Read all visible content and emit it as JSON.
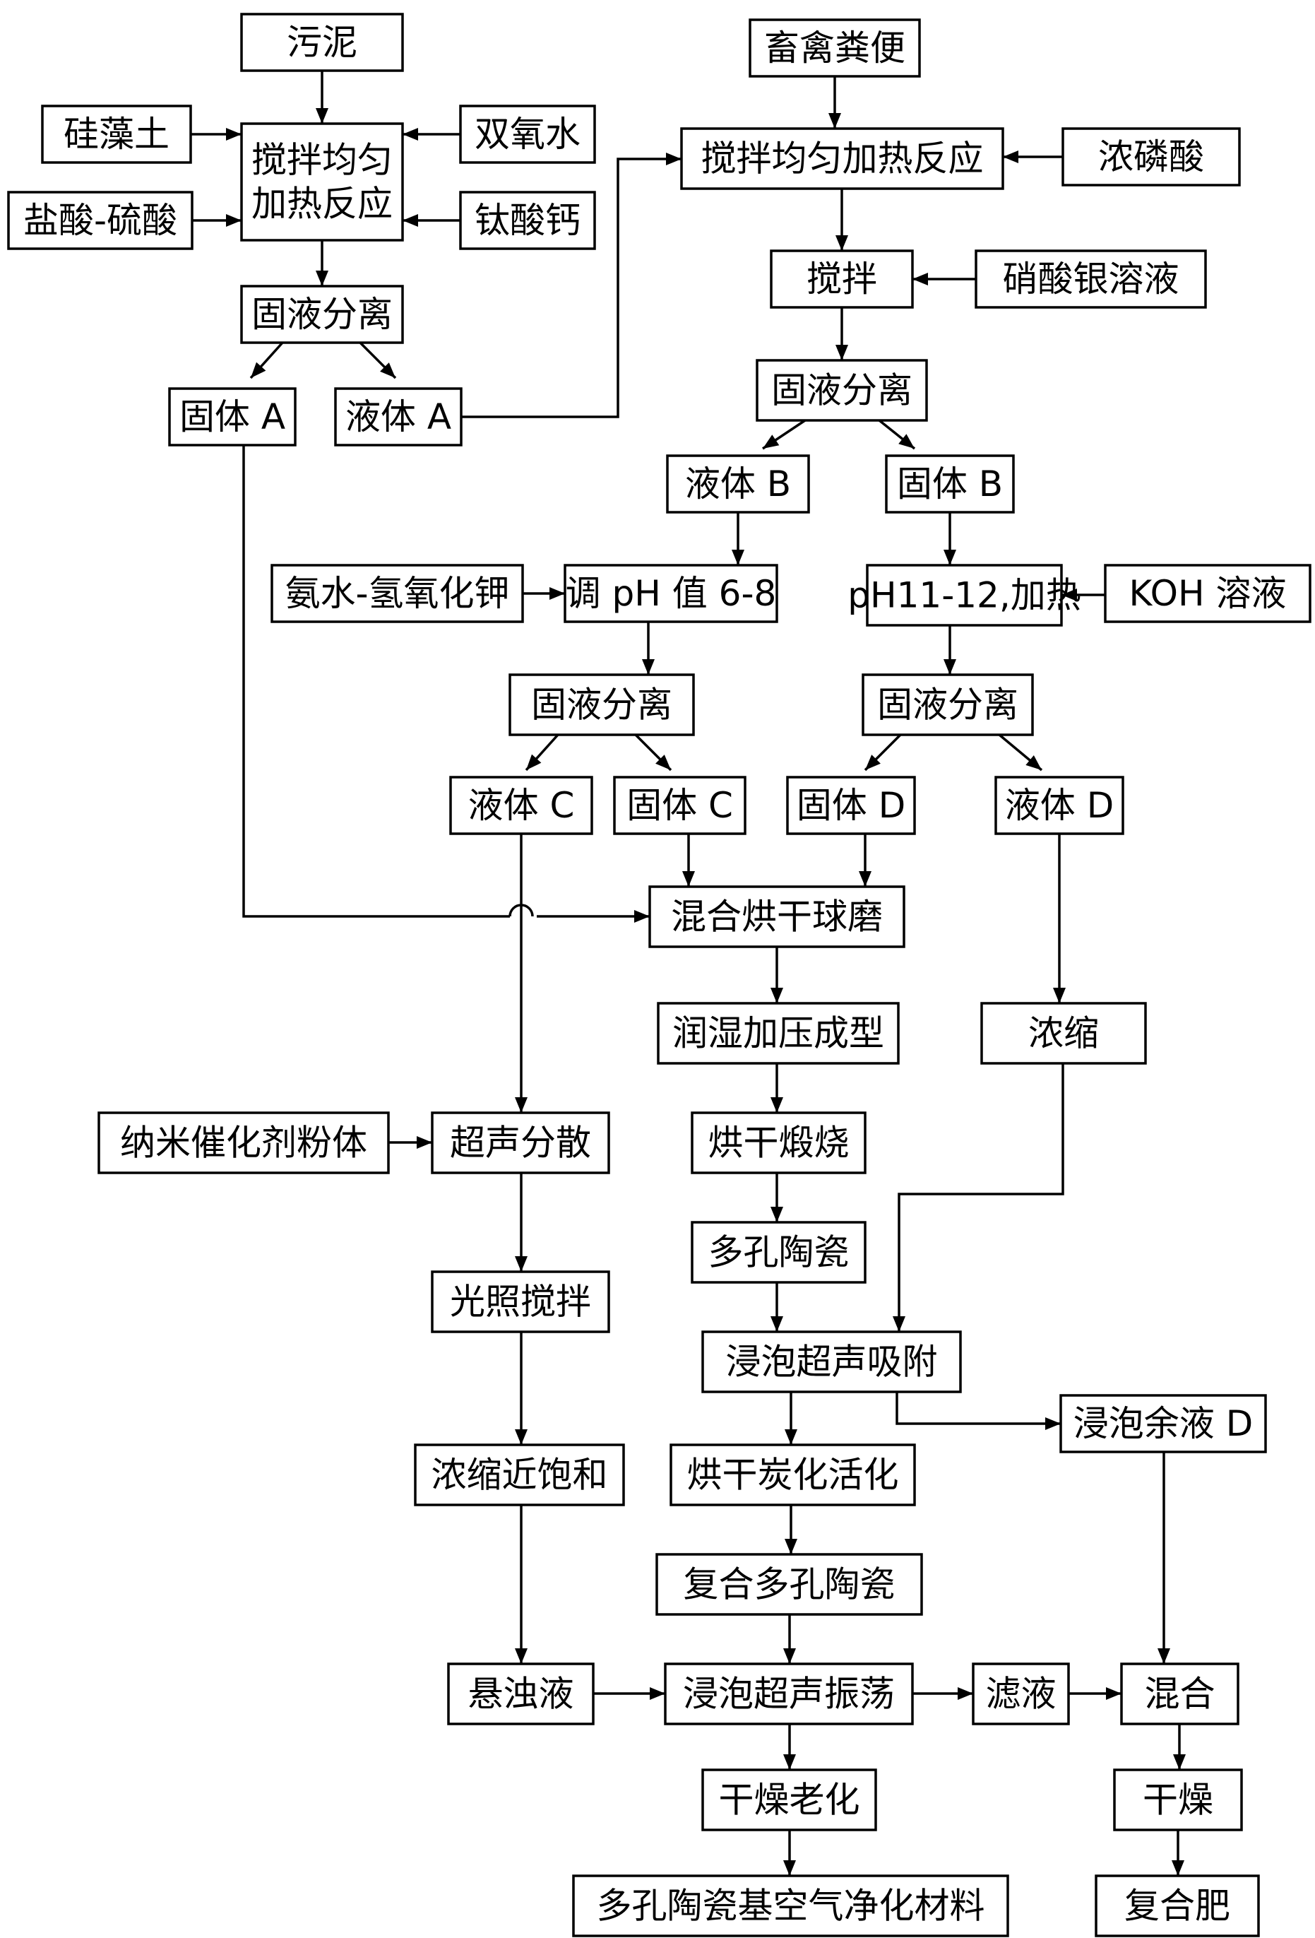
{
  "nodes": {
    "wuni": "污泥",
    "guizaotu": "硅藻土",
    "shuangyangshui": "双氧水",
    "jiaoban1": "搅拌均匀\n加热反应",
    "yansuan": "盐酸-硫酸",
    "taisuangai": "钛酸钙",
    "gyfl1": "固液分离",
    "gutiA": "固体 A",
    "yetiA": "液体 A",
    "chuqin": "畜禽粪便",
    "jiaoban2": "搅拌均匀加热反应",
    "nonglinsuan": "浓磷酸",
    "jiaoban3": "搅拌",
    "xiaosuanyin": "硝酸银溶液",
    "gyfl2": "固液分离",
    "yetiB": "液体 B",
    "gutiB": "固体 B",
    "anshui": "氨水-氢氧化钾",
    "tiaoph": "调 pH 值 6-8",
    "ph1112": "pH11-12,加热",
    "koh": "KOH 溶液",
    "gyfl3": "固液分离",
    "gyfl4": "固液分离",
    "yetiC": "液体 C",
    "gutiC": "固体 C",
    "gutiD": "固体 D",
    "yetiD": "液体 D",
    "hunhe1": "混合烘干球磨",
    "runshi": "润湿加压成型",
    "nongsuo": "浓缩",
    "nami": "纳米催化剂粉体",
    "chaosheng": "超声分散",
    "honggan": "烘干煅烧",
    "duokong": "多孔陶瓷",
    "guangzhao": "光照搅拌",
    "jinpao1": "浸泡超声吸附",
    "jinpaoyu": "浸泡余液 D",
    "nongsuo2": "浓缩近饱和",
    "tanhua": "烘干炭化活化",
    "fuhe": "复合多孔陶瓷",
    "xuanzhuo": "悬浊液",
    "zhendang": "浸泡超声振荡",
    "lvye": "滤液",
    "hunhe2": "混合",
    "laohua": "干燥老化",
    "ganzao": "干燥",
    "cailiao": "多孔陶瓷基空气净化材料",
    "feiliao": "复合肥"
  }
}
